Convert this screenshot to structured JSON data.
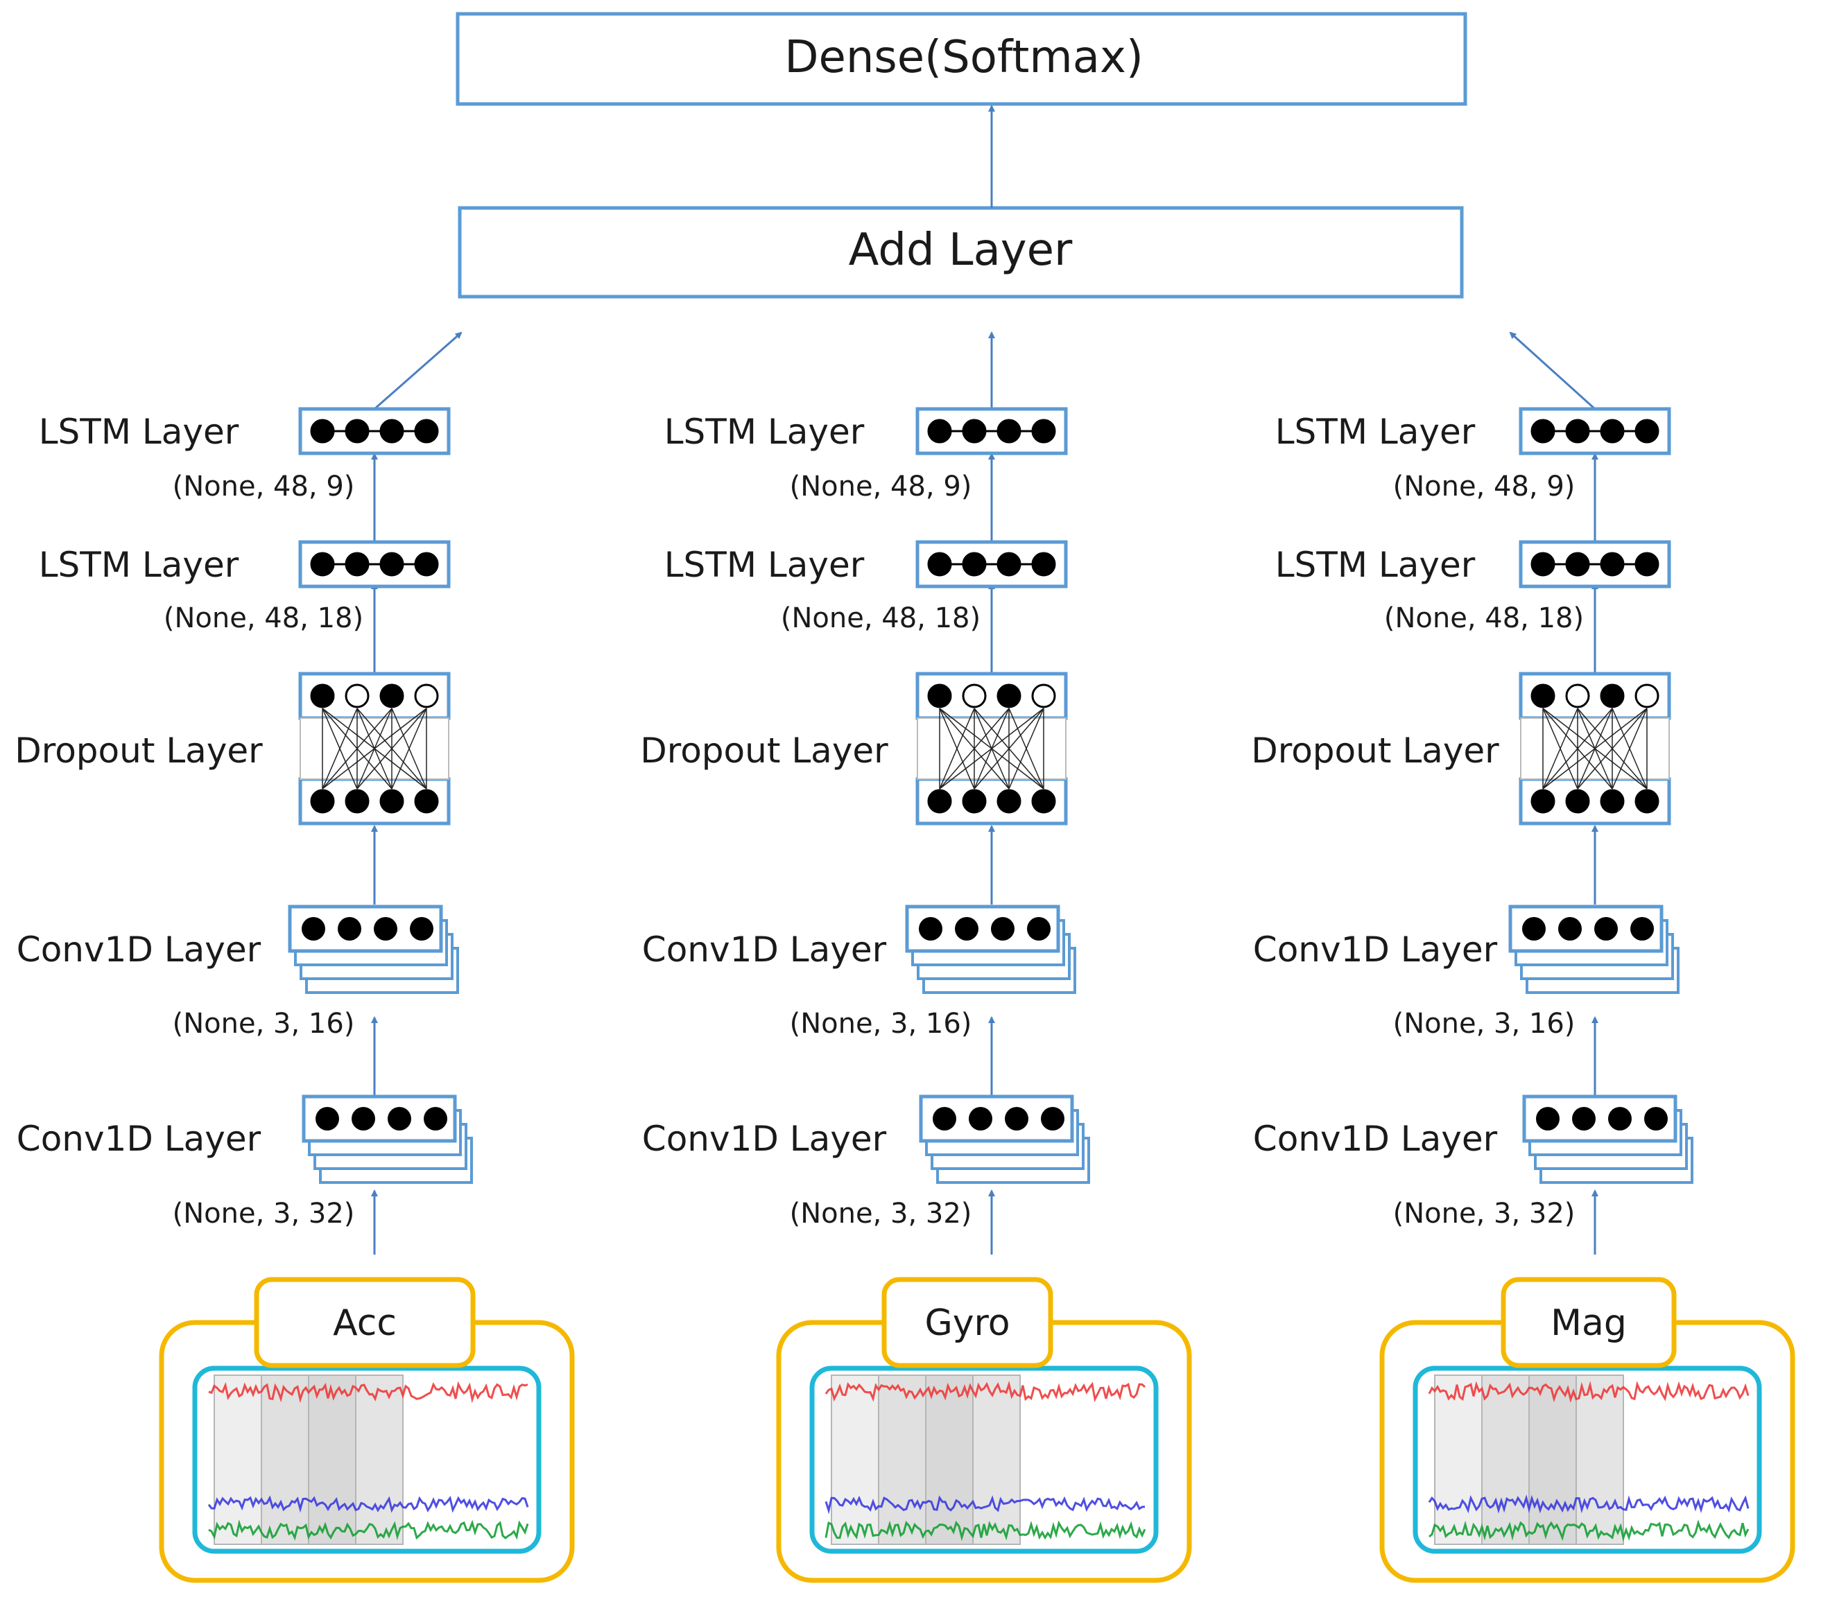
{
  "top": {
    "title": "Dense(Softmax)"
  },
  "merge": {
    "title": "Add Layer"
  },
  "branches": [
    {
      "sensor": "Acc",
      "labels": {
        "lstm2": "LSTM Layer",
        "shape_lstm2": "(None, 48, 9)",
        "lstm1": "LSTM Layer",
        "shape_lstm1": "(None, 48, 18)",
        "dropout": "Dropout Layer",
        "conv2": "Conv1D Layer",
        "shape_conv2": "(None, 3, 16)",
        "conv1": "Conv1D Layer",
        "shape_conv1": "(None, 3, 32)"
      }
    },
    {
      "sensor": "Gyro",
      "labels": {
        "lstm2": "LSTM Layer",
        "shape_lstm2": "(None, 48, 9)",
        "lstm1": "LSTM Layer",
        "shape_lstm1": "(None, 48, 18)",
        "dropout": "Dropout Layer",
        "conv2": "Conv1D Layer",
        "shape_conv2": "(None, 3, 16)",
        "conv1": "Conv1D Layer",
        "shape_conv1": "(None, 3, 32)"
      }
    },
    {
      "sensor": "Mag",
      "labels": {
        "lstm2": "LSTM Layer",
        "shape_lstm2": "(None, 48, 9)",
        "lstm1": "LSTM Layer",
        "shape_lstm1": "(None, 48, 18)",
        "dropout": "Dropout Layer",
        "conv2": "Conv1D Layer",
        "shape_conv2": "(None, 3, 16)",
        "conv1": "Conv1D Layer",
        "shape_conv1": "(None, 3, 32)"
      }
    }
  ],
  "colors": {
    "box_border": "#5b9bd5",
    "arrow": "#4a7fc1",
    "sensor_outer": "#f5b800",
    "sensor_inner": "#1fb8d8",
    "signal_top": "#ee3a3a",
    "signal_mid": "#3b3be0",
    "signal_bottom": "#15a035"
  }
}
